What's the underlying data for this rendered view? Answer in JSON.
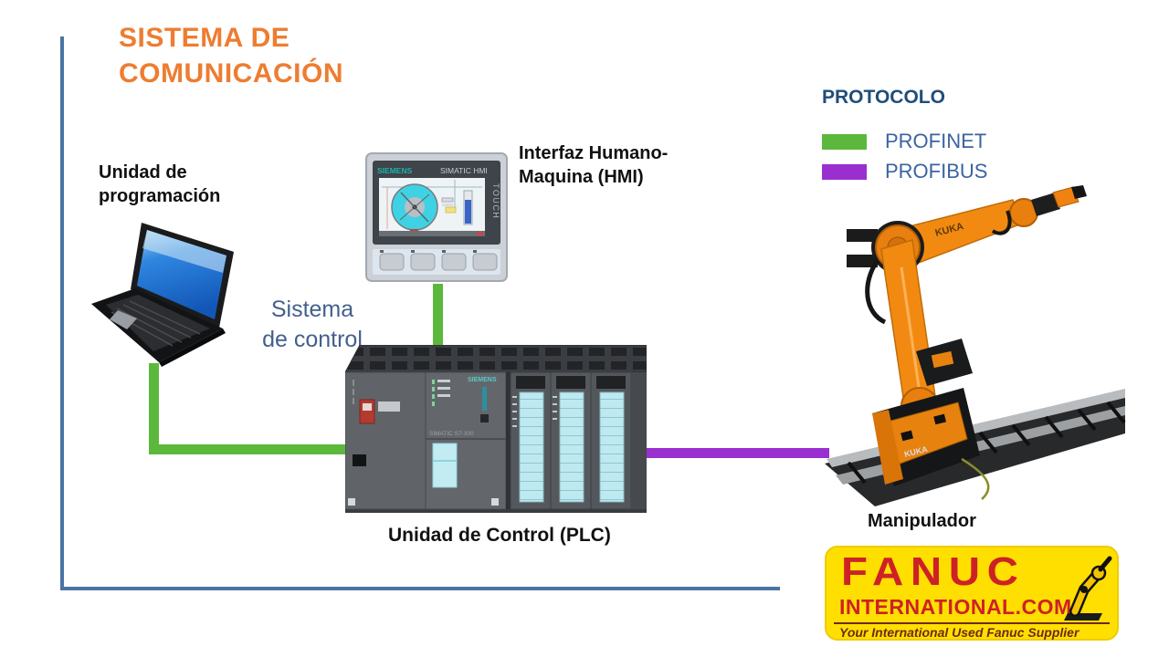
{
  "title": {
    "line1": "SISTEMA DE",
    "line2": "COMUNICACIÓN"
  },
  "labels": {
    "programming_unit_line1": "Unidad de",
    "programming_unit_line2": "programación",
    "hmi_line1": "Interfaz Humano-",
    "hmi_line2": "Maquina (HMI)",
    "control_system_line1": "Sistema",
    "control_system_line2": "de control",
    "plc": "Unidad de Control (PLC)",
    "manipulator": "Manipulador"
  },
  "legend": {
    "title": "PROTOCOLO",
    "items": [
      {
        "name": "PROFINET",
        "color": "#5CB83C"
      },
      {
        "name": "PROFIBUS",
        "color": "#9A2FD0"
      }
    ]
  },
  "devices": {
    "hmi": {
      "brand": "SIEMENS",
      "product": "SIMATIC HMI",
      "touch": "TOUCH"
    },
    "plc": {
      "brand": "SIEMENS",
      "model": "SIMATIC S7-300"
    },
    "robot": {
      "brand": "KUKA"
    }
  },
  "logo": {
    "name": "FANUC",
    "domain": "INTERNATIONAL.COM",
    "tagline": "Your International Used Fanuc Supplier"
  },
  "colors": {
    "title_orange": "#ED7D31",
    "legend_heading_blue": "#1F4E79",
    "legend_text_blue": "#3A64A0",
    "control_system_blue": "#44608D",
    "profinet_green": "#5CB83C",
    "profibus_purple": "#9A2FD0",
    "frame_blue": "#4A74A4",
    "logo_yellow": "#FFDF00",
    "logo_red": "#CE2127",
    "robot_orange": "#F28A12"
  }
}
